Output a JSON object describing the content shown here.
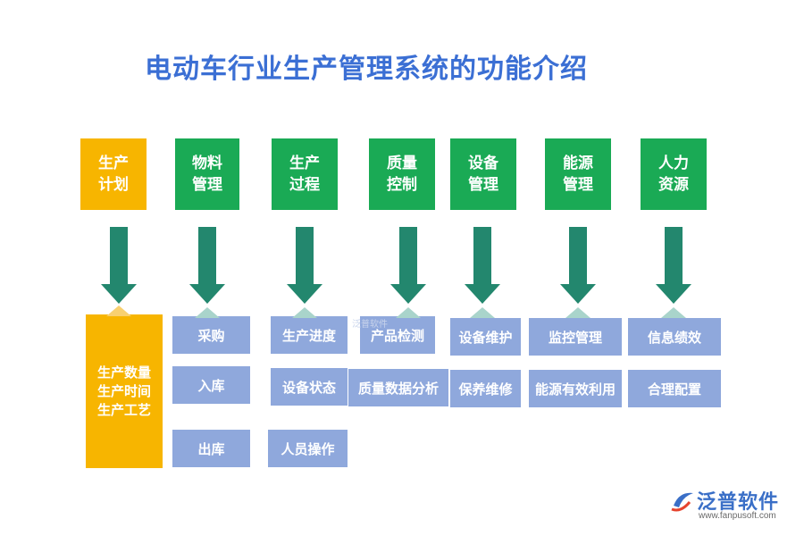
{
  "title": "电动车行业生产管理系统的功能介绍",
  "columns": [
    {
      "header": "生产\n计划",
      "items": []
    },
    {
      "header": "物料\n管理",
      "items": [
        "采购",
        "入库",
        "出库"
      ]
    },
    {
      "header": "生产\n过程",
      "items": [
        "生产进度",
        "设备状态",
        "人员操作"
      ]
    },
    {
      "header": "质量\n控制",
      "items": [
        "产品检测",
        "质量数据分析"
      ]
    },
    {
      "header": "设备\n管理",
      "items": [
        "设备维护",
        "保养维修"
      ]
    },
    {
      "header": "能源\n管理",
      "items": [
        "监控管理",
        "能源有效利用"
      ]
    },
    {
      "header": "人力\n资源",
      "items": [
        "信息绩效",
        "合理配置"
      ]
    }
  ],
  "plan_items": [
    "生产数量",
    "生产时间",
    "生产工艺"
  ],
  "watermark": "泛普软件",
  "logo": {
    "name": "泛普软件",
    "url": "www.fanpusoft.com"
  },
  "colors": {
    "header_green": "#1aaa55",
    "header_yellow": "#f7b500",
    "arrow": "#23876e",
    "sub_box": "#8fa8dc",
    "title": "#3b6fd4"
  }
}
